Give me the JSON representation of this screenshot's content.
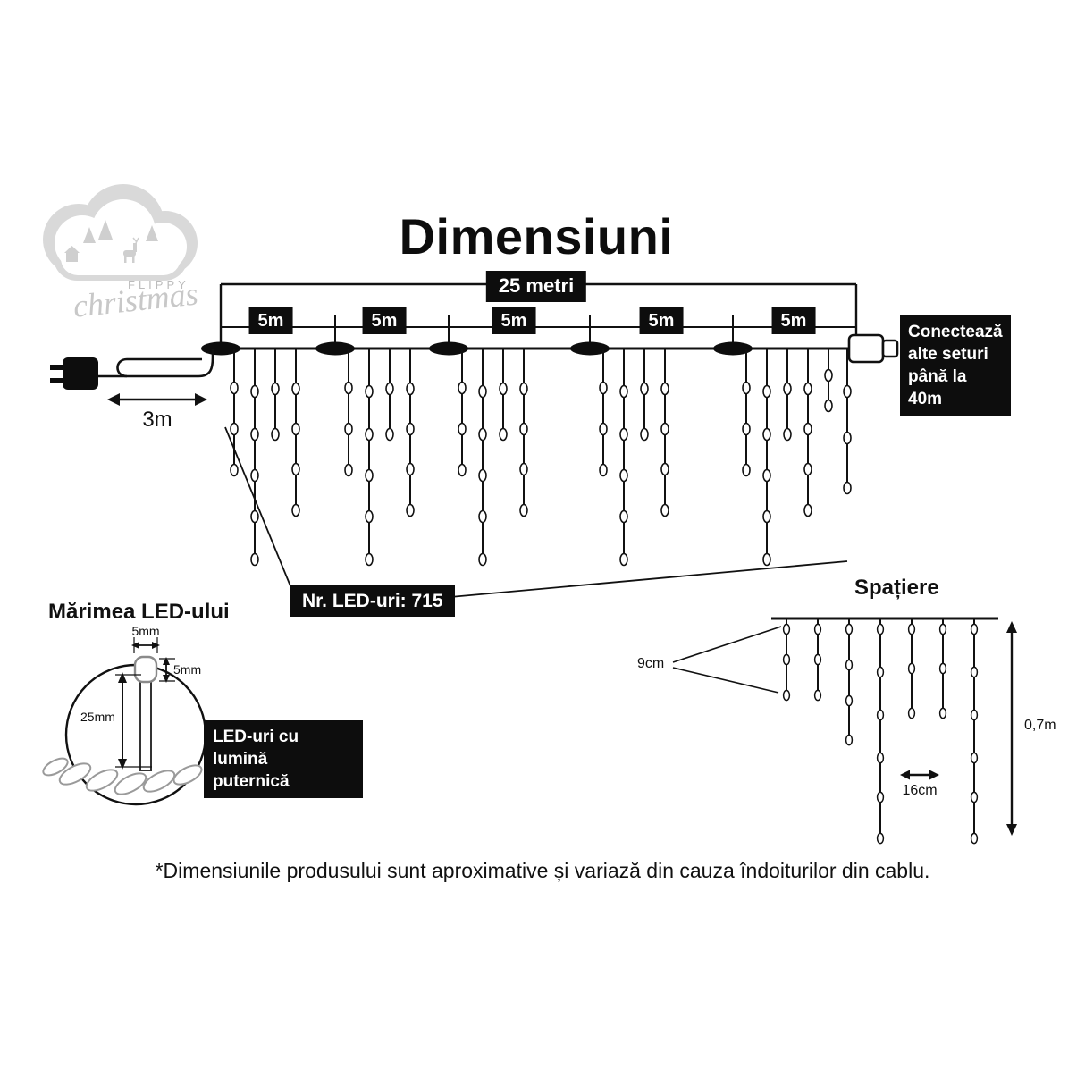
{
  "logo": {
    "brand_word": "FLIPPY",
    "brand_script": "christmas"
  },
  "title": "Dimensiuni",
  "main": {
    "total_label": "25 metri",
    "segments": [
      "5m",
      "5m",
      "5m",
      "5m",
      "5m"
    ],
    "lead_label": "3m",
    "connect_lines": [
      "Conectează",
      "alte seturi",
      "până la 40m"
    ],
    "led_count_label": "Nr. LED-uri: 715"
  },
  "led_size": {
    "heading": "Mărimea LED-ului",
    "cap_width": "5mm",
    "cap_height": "5mm",
    "body_height": "25mm",
    "note_lines": [
      "LED-uri cu lumină",
      "puternică"
    ]
  },
  "spacing": {
    "heading": "Spațiere",
    "vertical_gap": "9cm",
    "horizontal_gap": "16cm",
    "drop_height": "0,7m"
  },
  "footnote": "*Dimensiunile produsului sunt aproximative și variază din cauza îndoiturilor din cablu.",
  "colors": {
    "label_bg": "#0d0d0d",
    "label_text": "#ffffff",
    "line": "#111111"
  }
}
